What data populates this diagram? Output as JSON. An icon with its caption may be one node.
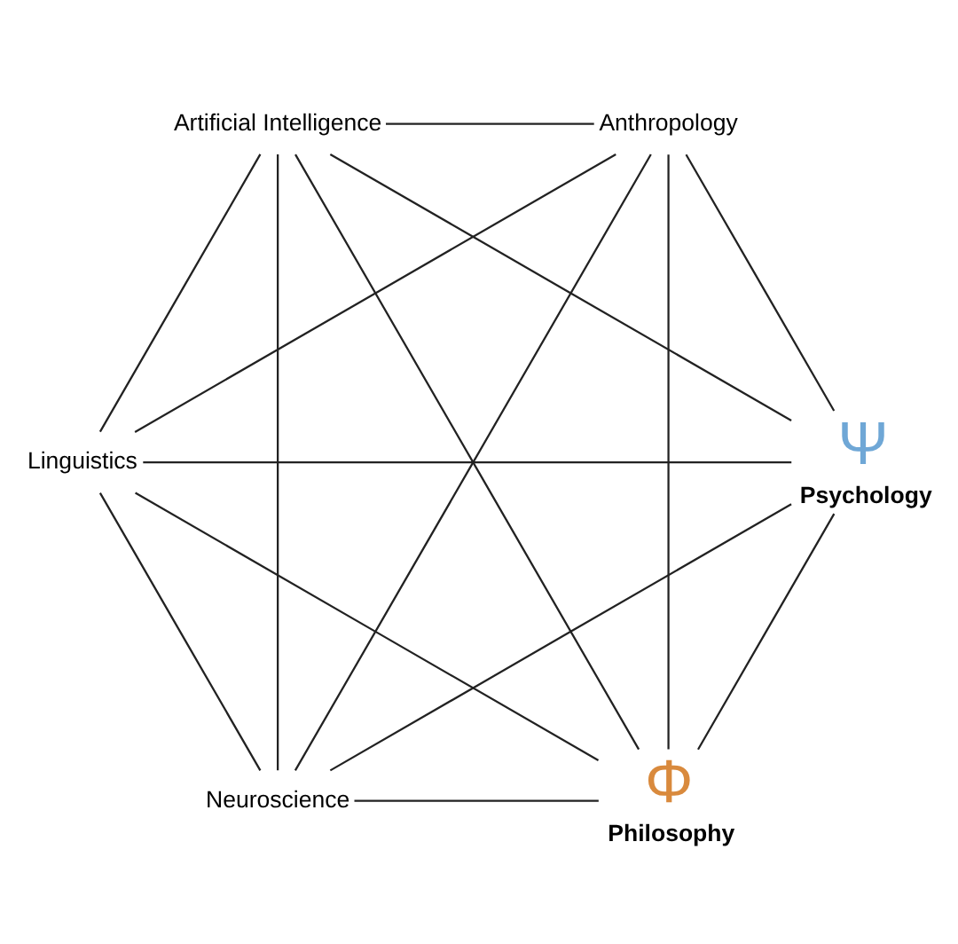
{
  "diagram": {
    "nodes": [
      {
        "text": [
          "Philosophy"
        ],
        "beside": [
          "Φ"
        ]
      },
      {
        "text": [
          "Psychology"
        ],
        "beside": [
          "Ψ"
        ]
      },
      {
        "text": [
          "Linguistics"
        ]
      },
      {
        "text": [
          "Artificial Intelligence"
        ]
      },
      {
        "text": [
          "Anthropology"
        ]
      },
      {
        "text": [
          "Neuroscience"
        ]
      }
    ],
    "edges": [
      {
        "from": 0,
        "to": 2,
        "arrow": "none"
      },
      {
        "from": 2,
        "to": 4,
        "arrow": "none"
      },
      {
        "from": 4,
        "to": 5,
        "arrow": "none"
      },
      {
        "from": 5,
        "to": 3,
        "arrow": "none"
      },
      {
        "from": 3,
        "to": 1,
        "arrow": "none"
      },
      {
        "from": 1,
        "to": 0,
        "arrow": "none"
      },
      {
        "from": 0,
        "to": 4,
        "arrow": "none"
      },
      {
        "from": 0,
        "to": 3,
        "arrow": "none"
      },
      {
        "from": 0,
        "to": 5,
        "arrow": "none"
      },
      {
        "from": 2,
        "to": 5,
        "arrow": "none"
      },
      {
        "from": 2,
        "to": 1,
        "arrow": "none"
      },
      {
        "from": 2,
        "to": 3,
        "arrow": "none"
      },
      {
        "from": 4,
        "to": 3,
        "arrow": "none"
      },
      {
        "from": 4,
        "to": 1,
        "arrow": "none"
      },
      {
        "from": 5,
        "to": 1,
        "arrow": "none"
      }
    ]
  }
}
